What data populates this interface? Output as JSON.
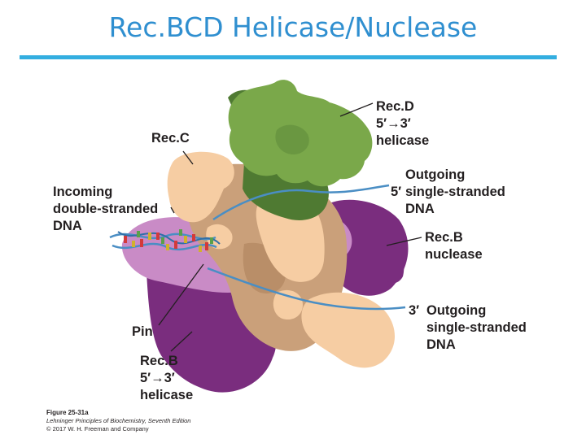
{
  "slide": {
    "title": "Rec.BCD Helicase/Nuclease"
  },
  "labels": {
    "recd": [
      "Rec.D",
      "5′→3′",
      "helicase"
    ],
    "recc": [
      "Rec.C"
    ],
    "incoming": [
      "Incoming",
      "double-stranded",
      "DNA"
    ],
    "outgoing5": [
      "Outgoing",
      "single-stranded",
      "DNA"
    ],
    "outgoing5_prime": "5′",
    "recb_nuclease": [
      "Rec.B",
      "nuclease"
    ],
    "outgoing3": [
      "Outgoing",
      "single-stranded",
      "DNA"
    ],
    "outgoing3_prime": "3′",
    "pin": [
      "Pin"
    ],
    "recb_helicase": [
      "Rec.B",
      "5′→3′",
      "helicase"
    ]
  },
  "caption": {
    "figure": "Figure 25-31a",
    "book": "Lehninger Principles of Biochemistry, Seventh Edition",
    "copyright": "© 2017 W. H. Freeman and Company"
  },
  "colors": {
    "title": "#2f8fd0",
    "rule": "#33aee0",
    "recd_green": "#7aa84a",
    "recd_dark": "#4f7a32",
    "recc_peach": "#f6cda3",
    "recc_tan": "#caa07a",
    "recb_purple": "#7a2d7e",
    "recb_pink": "#c98bc6",
    "dna_strand": "#4a8ec4"
  }
}
